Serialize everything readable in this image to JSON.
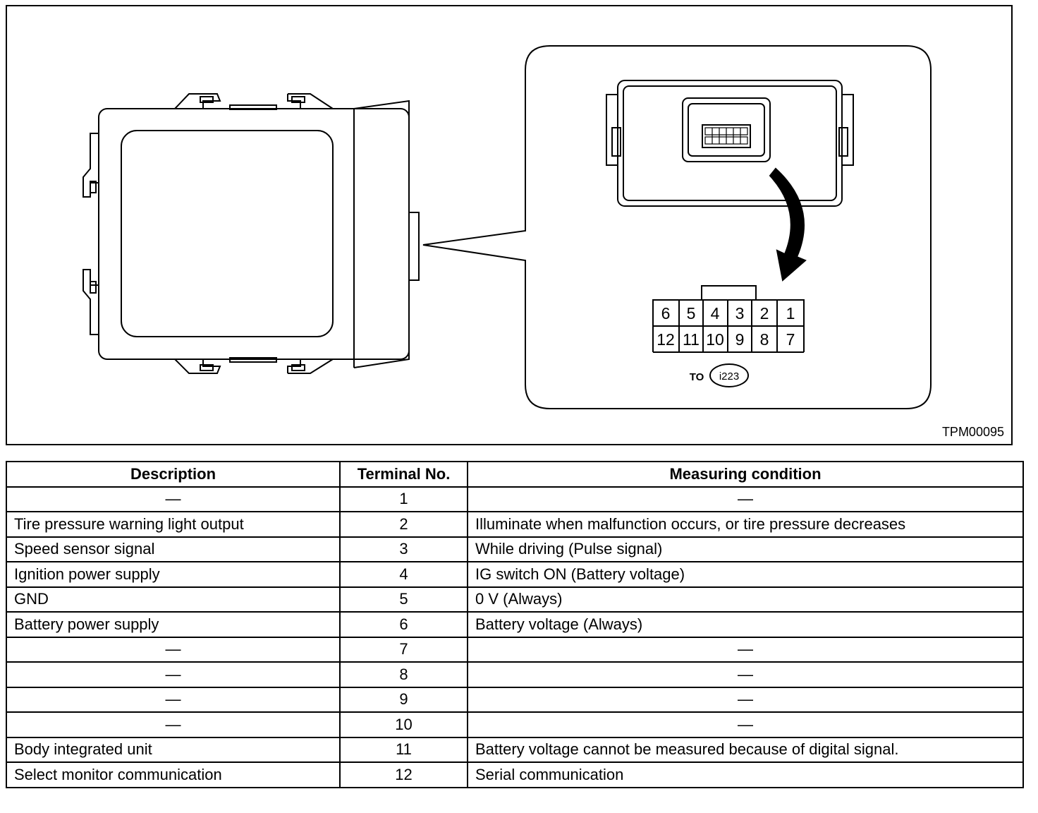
{
  "figure": {
    "id": "TPM00095",
    "connector_label_prefix": "TO",
    "connector_id": "i223",
    "terminals_top": [
      "6",
      "5",
      "4",
      "3",
      "2",
      "1"
    ],
    "terminals_bottom": [
      "12",
      "11",
      "10",
      "9",
      "8",
      "7"
    ]
  },
  "table": {
    "headers": [
      "Description",
      "Terminal No.",
      "Measuring condition"
    ],
    "rows": [
      [
        "—",
        "1",
        "—"
      ],
      [
        "Tire pressure warning light output",
        "2",
        "Illuminate when malfunction occurs, or tire pressure decreases"
      ],
      [
        "Speed sensor signal",
        "3",
        "While driving (Pulse signal)"
      ],
      [
        "Ignition power supply",
        "4",
        "IG switch ON (Battery voltage)"
      ],
      [
        "GND",
        "5",
        "0 V (Always)"
      ],
      [
        "Battery power supply",
        "6",
        "Battery voltage (Always)"
      ],
      [
        "—",
        "7",
        "—"
      ],
      [
        "—",
        "8",
        "—"
      ],
      [
        "—",
        "9",
        "—"
      ],
      [
        "—",
        "10",
        "—"
      ],
      [
        "Body integrated unit",
        "11",
        "Battery voltage cannot be measured because of digital signal."
      ],
      [
        "Select monitor communication",
        "12",
        "Serial communication"
      ]
    ]
  }
}
